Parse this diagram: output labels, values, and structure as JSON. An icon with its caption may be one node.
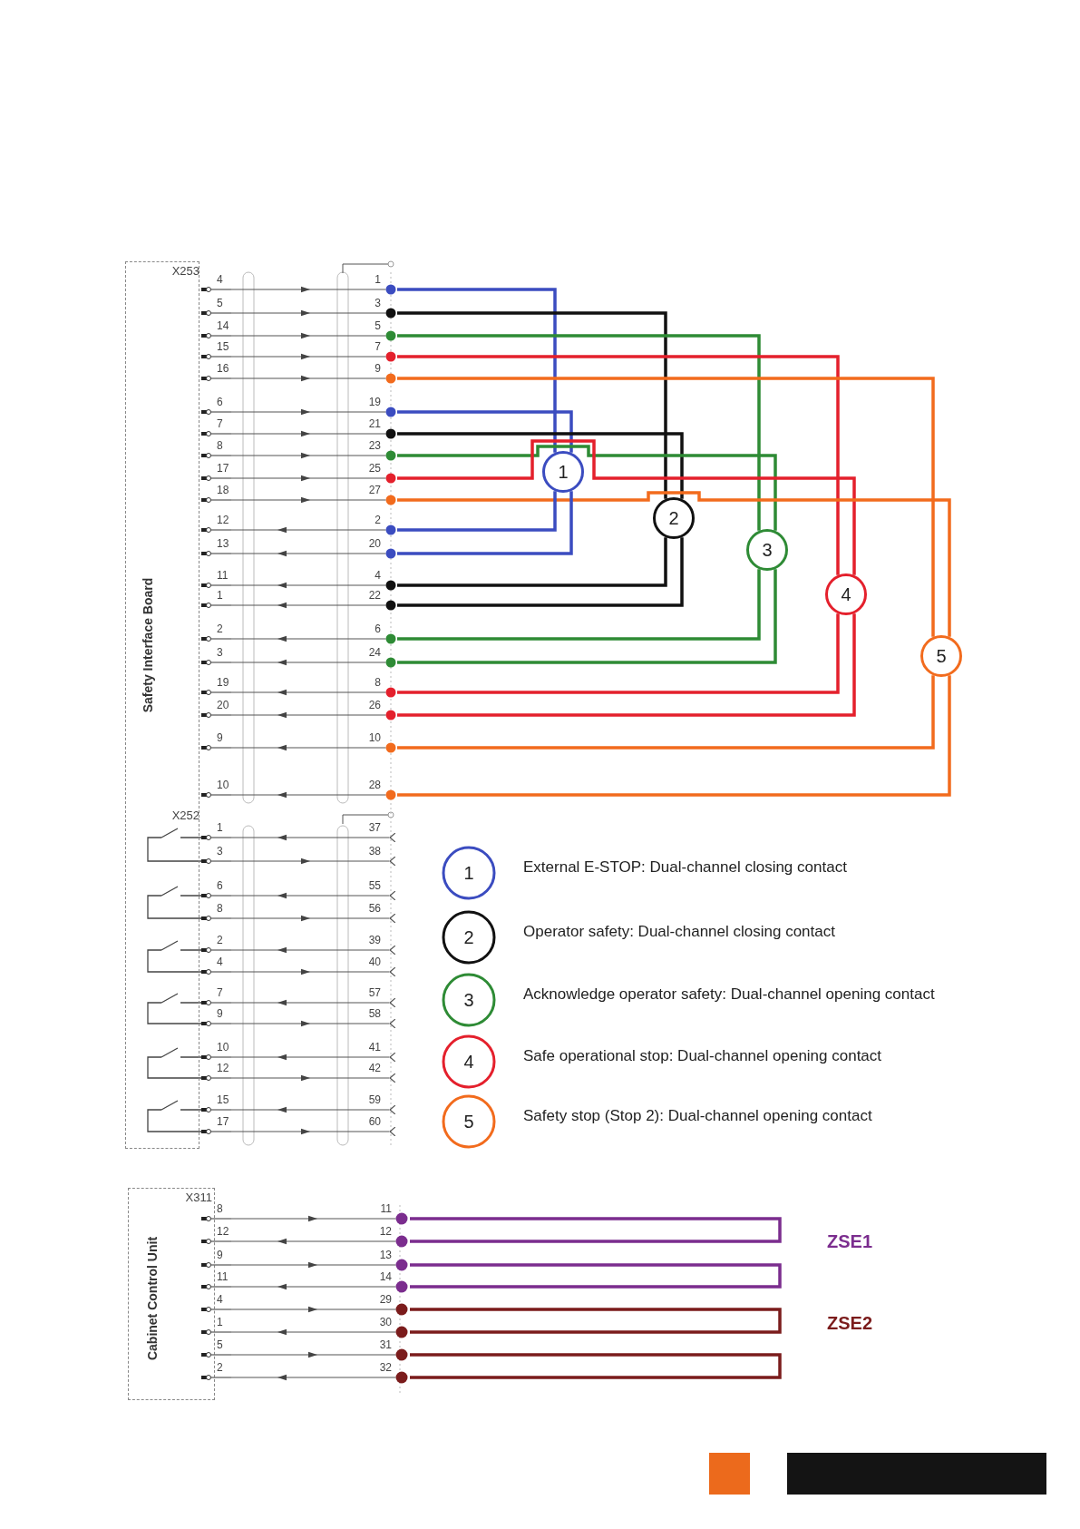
{
  "diagram": {
    "nodes": [
      {
        "text": [
          "Safety Interface Board"
        ]
      },
      {
        "text": [
          "4"
        ]
      },
      {
        "text": [
          "1"
        ]
      },
      {
        "text": [
          "5"
        ]
      },
      {
        "text": [
          "3"
        ]
      },
      {
        "text": [
          "14"
        ]
      },
      {
        "text": [
          "5"
        ]
      },
      {
        "text": [
          "15"
        ]
      },
      {
        "text": [
          "7"
        ]
      },
      {
        "text": [
          "16"
        ]
      },
      {
        "text": [
          "9"
        ]
      },
      {
        "text": [
          "6"
        ]
      },
      {
        "text": [
          "19"
        ]
      },
      {
        "text": [
          "7"
        ]
      },
      {
        "text": [
          "21"
        ]
      },
      {
        "text": [
          "8"
        ]
      },
      {
        "text": [
          "23"
        ]
      },
      {
        "text": [
          "17"
        ]
      },
      {
        "text": [
          "25"
        ]
      },
      {
        "text": [
          "18"
        ]
      },
      {
        "text": [
          "27"
        ]
      },
      {
        "text": [
          "12"
        ]
      },
      {
        "text": [
          "2"
        ]
      },
      {
        "text": [
          "13"
        ]
      },
      {
        "text": [
          "20"
        ]
      },
      {
        "text": [
          "11"
        ]
      },
      {
        "text": [
          "4"
        ]
      },
      {
        "text": [
          "1"
        ]
      },
      {
        "text": [
          "22"
        ]
      },
      {
        "text": [
          "2"
        ]
      },
      {
        "text": [
          "6"
        ]
      },
      {
        "text": [
          "3"
        ]
      },
      {
        "text": [
          "24"
        ]
      },
      {
        "text": [
          "19"
        ]
      },
      {
        "text": [
          "8"
        ]
      },
      {
        "text": [
          "20"
        ]
      },
      {
        "text": [
          "26"
        ]
      },
      {
        "text": [
          "9"
        ]
      },
      {
        "text": [
          "10"
        ]
      },
      {
        "text": [
          "10"
        ]
      },
      {
        "text": [
          "28"
        ]
      },
      {
        "text": [
          "1"
        ]
      },
      {
        "text": [
          "2"
        ]
      },
      {
        "text": [
          "3"
        ]
      },
      {
        "text": [
          "4"
        ]
      },
      {
        "text": [
          "5"
        ]
      },
      {
        "text": [
          "1"
        ]
      },
      {
        "text": [
          "37"
        ]
      },
      {
        "text": [
          "3"
        ]
      },
      {
        "text": [
          "38"
        ]
      },
      {
        "text": [
          "6"
        ]
      },
      {
        "text": [
          "55"
        ]
      },
      {
        "text": [
          "8"
        ]
      },
      {
        "text": [
          "56"
        ]
      },
      {
        "text": [
          "2"
        ]
      },
      {
        "text": [
          "39"
        ]
      },
      {
        "text": [
          "4"
        ]
      },
      {
        "text": [
          "40"
        ]
      },
      {
        "text": [
          "7"
        ]
      },
      {
        "text": [
          "57"
        ]
      },
      {
        "text": [
          "9"
        ]
      },
      {
        "text": [
          "58"
        ]
      },
      {
        "text": [
          "10"
        ]
      },
      {
        "text": [
          "41"
        ]
      },
      {
        "text": [
          "12"
        ]
      },
      {
        "text": [
          "42"
        ]
      },
      {
        "text": [
          "15"
        ]
      },
      {
        "text": [
          "59"
        ]
      },
      {
        "text": [
          "17"
        ]
      },
      {
        "text": [
          "60"
        ]
      },
      {
        "text": [
          "Cabinet Control Unit"
        ]
      },
      {
        "text": [
          "8"
        ]
      },
      {
        "text": [
          "11"
        ]
      },
      {
        "text": [
          "12"
        ]
      },
      {
        "text": [
          "12"
        ]
      },
      {
        "text": [
          "9"
        ]
      },
      {
        "text": [
          "13"
        ]
      },
      {
        "text": [
          "11"
        ]
      },
      {
        "text": [
          "14"
        ]
      },
      {
        "text": [
          "4"
        ]
      },
      {
        "text": [
          "29"
        ]
      },
      {
        "text": [
          "1"
        ]
      },
      {
        "text": [
          "30"
        ]
      },
      {
        "text": [
          "5"
        ]
      },
      {
        "text": [
          "31"
        ]
      },
      {
        "text": [
          "2"
        ]
      },
      {
        "text": [
          "32"
        ]
      }
    ],
    "edges": [
      {
        "from": 1,
        "to": 2,
        "arrow": "to"
      },
      {
        "from": 3,
        "to": 4,
        "arrow": "to"
      },
      {
        "from": 5,
        "to": 6,
        "arrow": "to"
      },
      {
        "from": 7,
        "to": 8,
        "arrow": "to"
      },
      {
        "from": 9,
        "to": 10,
        "arrow": "to"
      },
      {
        "from": 11,
        "to": 12,
        "arrow": "to"
      },
      {
        "from": 13,
        "to": 14,
        "arrow": "to"
      },
      {
        "from": 15,
        "to": 16,
        "arrow": "to"
      },
      {
        "from": 17,
        "to": 18,
        "arrow": "to"
      },
      {
        "from": 19,
        "to": 20,
        "arrow": "to"
      },
      {
        "from": 22,
        "to": 21,
        "arrow": "to"
      },
      {
        "from": 24,
        "to": 23,
        "arrow": "to"
      },
      {
        "from": 26,
        "to": 25,
        "arrow": "to"
      },
      {
        "from": 28,
        "to": 27,
        "arrow": "to"
      },
      {
        "from": 30,
        "to": 29,
        "arrow": "to"
      },
      {
        "from": 32,
        "to": 31,
        "arrow": "to"
      },
      {
        "from": 34,
        "to": 33,
        "arrow": "to"
      },
      {
        "from": 36,
        "to": 35,
        "arrow": "to"
      },
      {
        "from": 38,
        "to": 37,
        "arrow": "to"
      },
      {
        "from": 40,
        "to": 39,
        "arrow": "to"
      },
      {
        "from": 2,
        "to": 41,
        "arrow": "none",
        "color": "#3b4cc0"
      },
      {
        "from": 4,
        "to": 42,
        "arrow": "none",
        "color": "#111111"
      },
      {
        "from": 6,
        "to": 43,
        "arrow": "none",
        "color": "#2e8b35"
      },
      {
        "from": 8,
        "to": 44,
        "arrow": "none",
        "color": "#e4202c"
      },
      {
        "from": 10,
        "to": 45,
        "arrow": "none",
        "color": "#f26b1d"
      },
      {
        "from": 12,
        "to": 41,
        "arrow": "none",
        "color": "#3b4cc0"
      },
      {
        "from": 14,
        "to": 42,
        "arrow": "none",
        "color": "#111111"
      },
      {
        "from": 16,
        "to": 43,
        "arrow": "none",
        "color": "#2e8b35"
      },
      {
        "from": 18,
        "to": 44,
        "arrow": "none",
        "color": "#e4202c"
      },
      {
        "from": 20,
        "to": 45,
        "arrow": "none",
        "color": "#f26b1d"
      },
      {
        "from": 22,
        "to": 41,
        "arrow": "none",
        "color": "#3b4cc0"
      },
      {
        "from": 24,
        "to": 41,
        "arrow": "none",
        "color": "#3b4cc0"
      },
      {
        "from": 26,
        "to": 42,
        "arrow": "none",
        "color": "#111111"
      },
      {
        "from": 28,
        "to": 42,
        "arrow": "none",
        "color": "#111111"
      },
      {
        "from": 30,
        "to": 43,
        "arrow": "none",
        "color": "#2e8b35"
      },
      {
        "from": 32,
        "to": 43,
        "arrow": "none",
        "color": "#2e8b35"
      },
      {
        "from": 34,
        "to": 44,
        "arrow": "none",
        "color": "#e4202c"
      },
      {
        "from": 36,
        "to": 44,
        "arrow": "none",
        "color": "#e4202c"
      },
      {
        "from": 38,
        "to": 45,
        "arrow": "none",
        "color": "#f26b1d"
      },
      {
        "from": 40,
        "to": 45,
        "arrow": "none",
        "color": "#f26b1d"
      },
      {
        "from": 47,
        "to": 46,
        "arrow": "to"
      },
      {
        "from": 48,
        "to": 49,
        "arrow": "to"
      },
      {
        "from": 51,
        "to": 50,
        "arrow": "to"
      },
      {
        "from": 52,
        "to": 53,
        "arrow": "to"
      },
      {
        "from": 55,
        "to": 54,
        "arrow": "to"
      },
      {
        "from": 56,
        "to": 57,
        "arrow": "to"
      },
      {
        "from": 59,
        "to": 58,
        "arrow": "to"
      },
      {
        "from": 60,
        "to": 61,
        "arrow": "to"
      },
      {
        "from": 63,
        "to": 62,
        "arrow": "to"
      },
      {
        "from": 64,
        "to": 65,
        "arrow": "to"
      },
      {
        "from": 67,
        "to": 66,
        "arrow": "to"
      },
      {
        "from": 68,
        "to": 69,
        "arrow": "to"
      },
      {
        "from": 71,
        "to": 72,
        "arrow": "to"
      },
      {
        "from": 74,
        "to": 73,
        "arrow": "to"
      },
      {
        "from": 75,
        "to": 76,
        "arrow": "to"
      },
      {
        "from": 78,
        "to": 77,
        "arrow": "to"
      },
      {
        "from": 79,
        "to": 80,
        "arrow": "to"
      },
      {
        "from": 82,
        "to": 81,
        "arrow": "to"
      },
      {
        "from": 83,
        "to": 84,
        "arrow": "to"
      },
      {
        "from": 86,
        "to": 85,
        "arrow": "to"
      },
      {
        "from": 72,
        "to": 74,
        "arrow": "none",
        "color": "#7b2d8e"
      },
      {
        "from": 76,
        "to": 78,
        "arrow": "none",
        "color": "#7b2d8e"
      },
      {
        "from": 80,
        "to": 82,
        "arrow": "none",
        "color": "#7b1c1c"
      },
      {
        "from": 84,
        "to": 86,
        "arrow": "none",
        "color": "#7b1c1c"
      }
    ],
    "labels": [
      "X253",
      "X252",
      "1",
      "2",
      "3",
      "4",
      "5",
      "X311",
      "ZSE1",
      "ZSE2"
    ],
    "legend": [
      {
        "text": "External E-STOP: Dual-channel closing contact",
        "color": "#3b4cc0"
      },
      {
        "text": "Operator safety: Dual-channel closing contact",
        "color": "#111111"
      },
      {
        "text": "Acknowledge operator safety: Dual-channel opening contact",
        "color": "#2e8b35"
      },
      {
        "text": "Safe operational stop: Dual-channel opening contact",
        "color": "#e4202c"
      },
      {
        "text": "Safety stop (Stop 2): Dual-channel opening contact",
        "color": "#f26b1d"
      }
    ]
  }
}
